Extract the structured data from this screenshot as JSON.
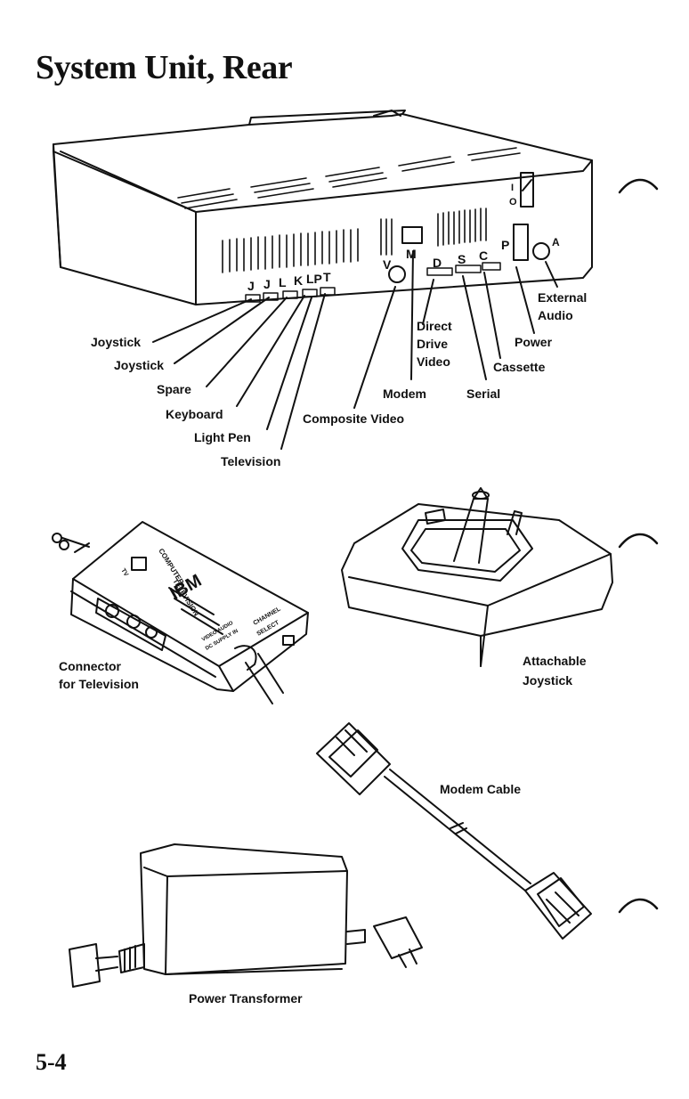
{
  "page": {
    "title": "System Unit, Rear",
    "page_number": "5-4"
  },
  "system_unit": {
    "port_letters": [
      "J",
      "J",
      "L",
      "K",
      "LP",
      "T",
      "V",
      "M",
      "D",
      "S",
      "C",
      "P",
      "A"
    ],
    "switch_marks": [
      "I",
      "O"
    ],
    "callouts": {
      "joystick_1": "Joystick",
      "joystick_2": "Joystick",
      "spare": "Spare",
      "keyboard": "Keyboard",
      "light_pen": "Light Pen",
      "television": "Television",
      "composite_video": "Composite Video",
      "modem": "Modem",
      "direct_drive_video_1": "Direct",
      "direct_drive_video_2": "Drive",
      "direct_drive_video_3": "Video",
      "serial": "Serial",
      "cassette": "Cassette",
      "power": "Power",
      "external_audio_1": "External",
      "external_audio_2": "Audio"
    }
  },
  "accessories": {
    "tv_connector_1": "Connector",
    "tv_connector_2": "for Television",
    "joystick_1": "Attachable",
    "joystick_2": "Joystick",
    "modem_cable": "Modem Cable",
    "power_transformer": "Power Transformer"
  },
  "tv_connector_box": {
    "brand": "IBM",
    "computer_label": "COMPUTER",
    "television_label": "TELEVISION",
    "channel_label_1": "CHANNEL",
    "channel_label_2": "SELECT",
    "tv_label": "TV",
    "video_audio_label": "VIDEO AUDIO",
    "dc_supply_label": "DC SUPPLY IN"
  }
}
